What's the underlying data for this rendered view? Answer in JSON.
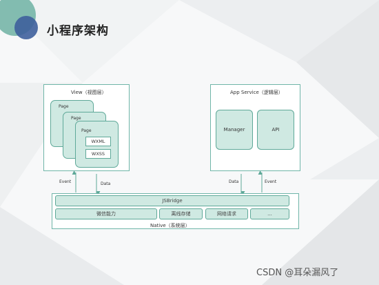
{
  "page": {
    "title": "小程序架构"
  },
  "view": {
    "label": "View（视图层）",
    "pages": [
      "Page",
      "Page",
      "Page"
    ],
    "wxml": "WXML",
    "wxss": "WXSS"
  },
  "app_service": {
    "label": "App Service（逻辑层）",
    "manager": "Manager",
    "api": "API"
  },
  "arrows": {
    "left_event": "Event",
    "left_data": "Data",
    "right_data": "Data",
    "right_event": "Event"
  },
  "native": {
    "label": "Native（系统层）",
    "jsbridge": "JSBridge",
    "modules": [
      "微信能力",
      "离线存储",
      "网络请求",
      "..."
    ]
  },
  "watermark": "CSDN @耳朵漏风了",
  "colors": {
    "accent_fill": "#cfe9e2",
    "accent_border": "#5ea898",
    "title_circle_front": "#3e5f9c",
    "title_circle_back": "#6fb2a3"
  }
}
